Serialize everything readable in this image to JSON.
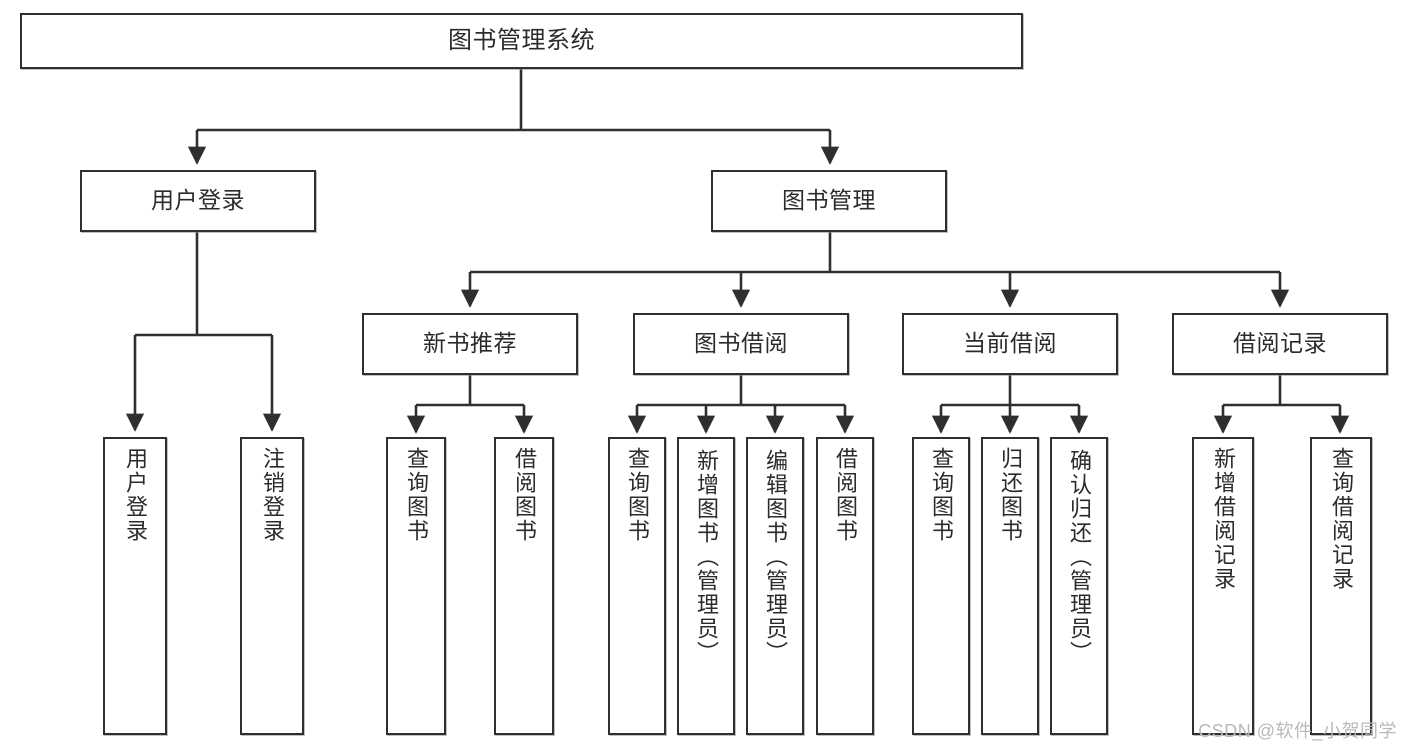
{
  "diagram": {
    "title": "图书管理系统",
    "type": "hierarchy-tree",
    "root": {
      "label": "图书管理系统"
    },
    "level2": [
      {
        "label": "用户登录"
      },
      {
        "label": "图书管理"
      }
    ],
    "level3": [
      {
        "label": "新书推荐"
      },
      {
        "label": "图书借阅"
      },
      {
        "label": "当前借阅"
      },
      {
        "label": "借阅记录"
      }
    ],
    "leaves": {
      "user_login": [
        {
          "label": "用户登录"
        },
        {
          "label": "注销登录"
        }
      ],
      "new_book_recommend": [
        {
          "label": "查询图书"
        },
        {
          "label": "借阅图书"
        }
      ],
      "book_borrow": [
        {
          "label": "查询图书"
        },
        {
          "label": "新增图书（管理员）"
        },
        {
          "label": "编辑图书（管理员）"
        },
        {
          "label": "借阅图书"
        }
      ],
      "current_borrow": [
        {
          "label": "查询图书"
        },
        {
          "label": "归还图书"
        },
        {
          "label": "确认归还（管理员）"
        }
      ],
      "borrow_record": [
        {
          "label": "新增借阅记录"
        },
        {
          "label": "查询借阅记录"
        }
      ]
    }
  },
  "watermark": {
    "text": "CSDN @软件_小贺同学"
  },
  "colors": {
    "border": "#2f2f2f",
    "background": "#ffffff",
    "text": "#2b2b2b",
    "watermark": "#b9b9b9"
  }
}
